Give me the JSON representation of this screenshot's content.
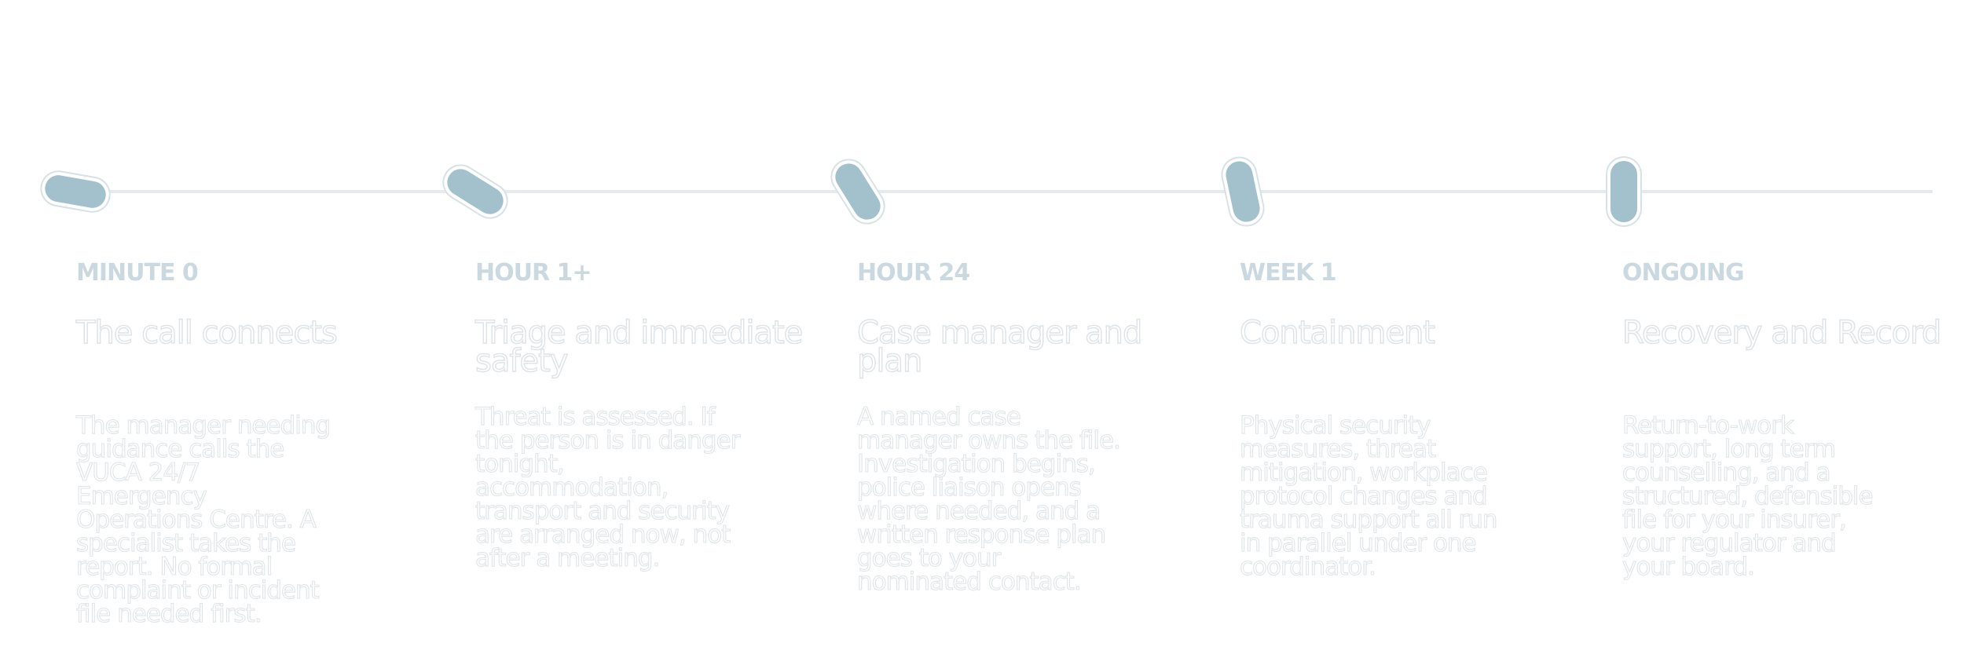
{
  "timeline": {
    "steps": [
      {
        "label": "MINUTE 0",
        "title": "The call connects",
        "body": "The manager needing guidance calls the VUCA 24/7 Emergency Operations Centre. A specialist takes the report. No formal complaint or incident file needed first."
      },
      {
        "label": "HOUR 1+",
        "title": "Triage and immediate safety",
        "body": "Threat is assessed. If the person is in danger tonight, accommodation, transport and security are arranged now, not after a meeting."
      },
      {
        "label": "HOUR 24",
        "title": "Case manager and plan",
        "body": "A named case manager owns the file. Investigation begins, police liaison opens where needed, and a written response plan goes to your nominated contact."
      },
      {
        "label": "WEEK 1",
        "title": "Containment",
        "body": "Physical security measures, threat mitigation, workplace protocol changes and trauma support all run in parallel under one coordinator."
      },
      {
        "label": "ONGOING",
        "title": "Recovery and Record",
        "body": "Return-to-work support, long term counselling, and a structured, defensible file for your insurer, your regulator and your board."
      }
    ]
  }
}
